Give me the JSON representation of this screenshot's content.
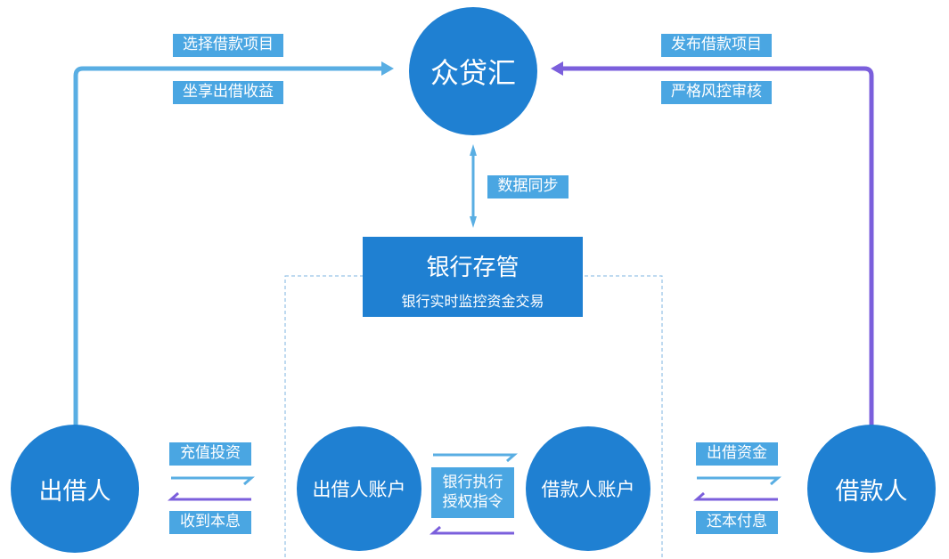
{
  "platform": {
    "label": "众贷汇"
  },
  "bank": {
    "title": "银行存管",
    "subtitle": "银行实时监控资金交易"
  },
  "sync_label": "数据同步",
  "lender": {
    "label": "出借人",
    "top_label_1": "选择借款项目",
    "top_label_2": "坐享出借收益",
    "flow_in": "充值投资",
    "flow_out": "收到本息"
  },
  "borrower": {
    "label": "借款人",
    "top_label_1": "发布借款项目",
    "top_label_2": "严格风控审核",
    "flow_in": "出借资金",
    "flow_out": "还本付息"
  },
  "lender_account": {
    "label": "出借人账户"
  },
  "borrower_account": {
    "label": "借款人账户"
  },
  "bank_instruction": {
    "line1": "银行执行",
    "line2": "授权指令"
  },
  "colors": {
    "circle": "#1f80d2",
    "tag": "#4aa6e2",
    "blue_line": "#59aee3",
    "purple_line": "#7b5fdc"
  }
}
